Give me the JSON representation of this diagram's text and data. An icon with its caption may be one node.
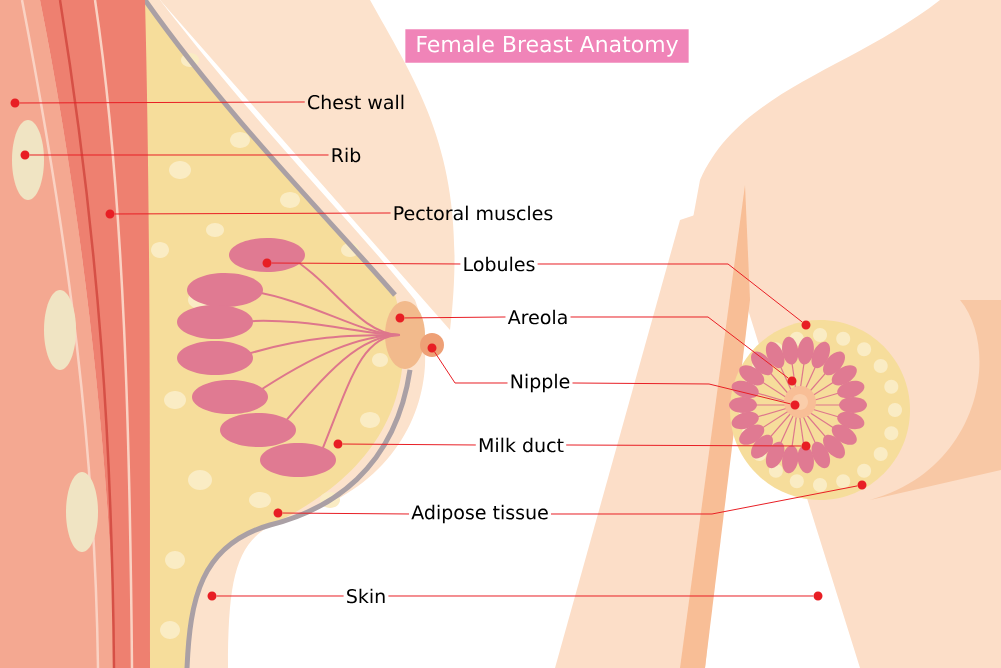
{
  "diagram": {
    "title": "Female Breast Anatomy",
    "nodes": [
      {
        "text": [
          "Chest wall"
        ]
      },
      {
        "text": [
          "Rib"
        ]
      },
      {
        "text": [
          "Pectoral muscles"
        ]
      },
      {
        "text": [
          "Lobules"
        ]
      },
      {
        "text": [
          "Areola"
        ]
      },
      {
        "text": [
          "Nipple"
        ]
      },
      {
        "text": [
          "Milk duct"
        ]
      },
      {
        "text": [
          "Adipose tissue"
        ]
      },
      {
        "text": [
          "Skin"
        ]
      },
      {
        "text": [],
        "shape": "circle"
      },
      {
        "text": [],
        "shape": "circle"
      },
      {
        "text": [],
        "shape": "circle"
      },
      {
        "text": [],
        "shape": "circle"
      },
      {
        "text": [],
        "shape": "circle"
      },
      {
        "text": [],
        "shape": "circle"
      },
      {
        "text": [],
        "shape": "circle"
      },
      {
        "text": [],
        "shape": "circle"
      },
      {
        "text": [],
        "shape": "circle"
      },
      {
        "text": [],
        "shape": "circle"
      },
      {
        "text": [],
        "shape": "circle"
      },
      {
        "text": [],
        "shape": "circle"
      },
      {
        "text": [],
        "shape": "circle"
      },
      {
        "text": [],
        "shape": "circle"
      },
      {
        "text": [],
        "shape": "circle"
      }
    ],
    "edges": [
      {
        "from": 0,
        "to": 9,
        "arrow": "none"
      },
      {
        "from": 1,
        "to": 10,
        "arrow": "none"
      },
      {
        "from": 2,
        "to": 11,
        "arrow": "none"
      },
      {
        "from": 3,
        "to": 12,
        "arrow": "none"
      },
      {
        "from": 3,
        "to": 18,
        "arrow": "none"
      },
      {
        "from": 4,
        "to": 13,
        "arrow": "none"
      },
      {
        "from": 4,
        "to": 19,
        "arrow": "none"
      },
      {
        "from": 5,
        "to": 14,
        "arrow": "none"
      },
      {
        "from": 5,
        "to": 20,
        "arrow": "none"
      },
      {
        "from": 6,
        "to": 15,
        "arrow": "none"
      },
      {
        "from": 6,
        "to": 21,
        "arrow": "none"
      },
      {
        "from": 7,
        "to": 16,
        "arrow": "none"
      },
      {
        "from": 7,
        "to": 22,
        "arrow": "none"
      },
      {
        "from": 8,
        "to": 17,
        "arrow": "none"
      },
      {
        "from": 8,
        "to": 23,
        "arrow": "none"
      }
    ]
  }
}
